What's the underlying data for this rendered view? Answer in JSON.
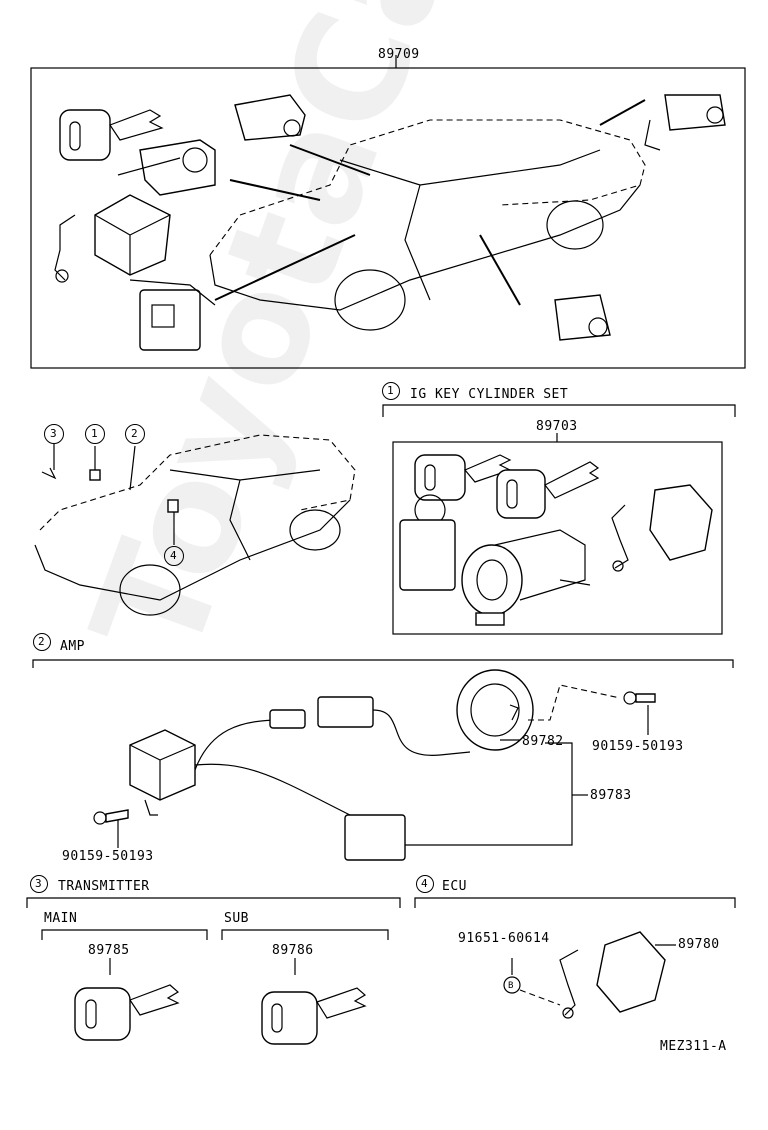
{
  "top": {
    "part_no": "89709"
  },
  "section1": {
    "num": "1",
    "title": "IG KEY CYLINDER SET",
    "part_no": "89703"
  },
  "section2": {
    "num": "2",
    "title": "AMP",
    "parts": {
      "p1": "89782",
      "p2": "89783",
      "bolt_a": "90159-50193",
      "bolt_b": "90159-50193"
    }
  },
  "section3": {
    "num": "3",
    "title": "TRANSMITTER",
    "main_label": "MAIN",
    "sub_label": "SUB",
    "main_part": "89785",
    "sub_part": "89786"
  },
  "section4": {
    "num": "4",
    "title": "ECU",
    "ecu_part": "89780",
    "bolt_part": "91651-60614",
    "bolt_mark": "B"
  },
  "locator": {
    "c1": "3",
    "c2": "1",
    "c3": "2",
    "c4": "4"
  },
  "footer": {
    "code": "MEZ311-A"
  },
  "watermark": "ToyotaCarWire.u"
}
